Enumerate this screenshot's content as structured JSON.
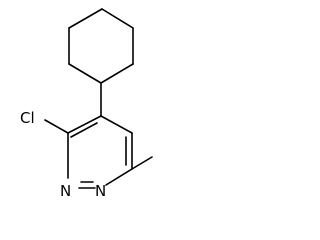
{
  "molecule": {
    "atoms": {
      "chlorine": "Cl",
      "nitrogen_1": "N",
      "nitrogen_2": "N"
    }
  }
}
